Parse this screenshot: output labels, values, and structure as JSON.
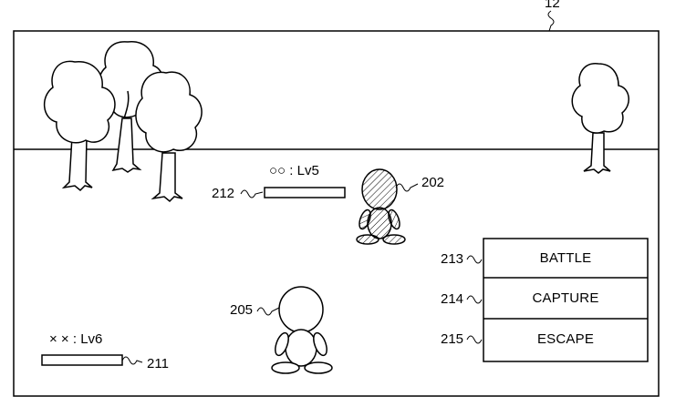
{
  "figure": {
    "screen_ref": "12"
  },
  "refs": {
    "hp_bar_player": "211",
    "hp_bar_enemy": "212",
    "enemy_character": "202",
    "player_character": "205",
    "battle_option": "213",
    "capture_option": "214",
    "escape_option": "215"
  },
  "enemy": {
    "status": "○○ : Lv5"
  },
  "player": {
    "status": "× × : Lv6"
  },
  "menu": {
    "battle_label": "BATTLE",
    "capture_label": "CAPTURE",
    "escape_label": "ESCAPE"
  }
}
